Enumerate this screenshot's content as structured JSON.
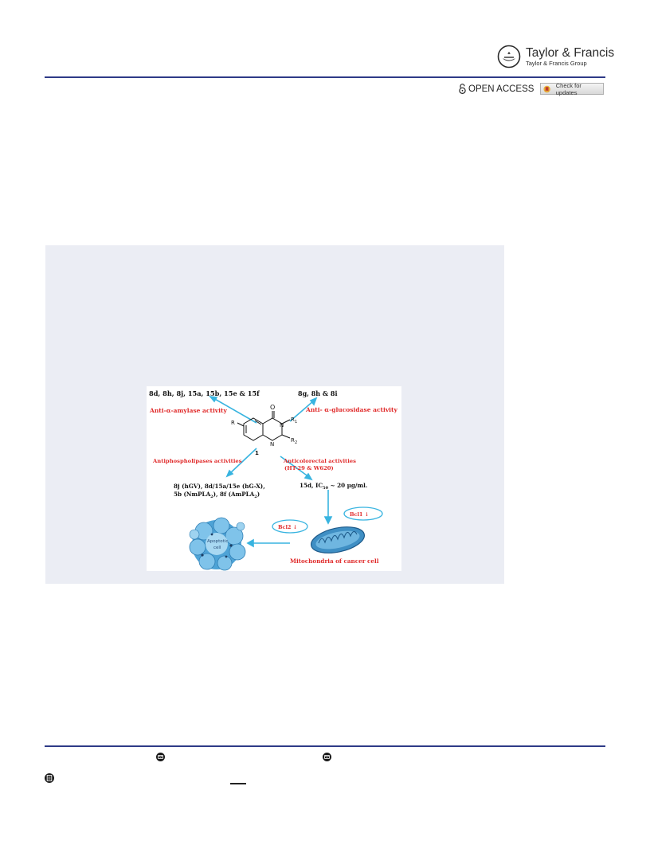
{
  "header": {
    "publisher_name": "Taylor & Francis",
    "publisher_sub": "Taylor & Francis Group",
    "open_access": "OPEN ACCESS",
    "check_updates": "Check for updates"
  },
  "graphical_abstract": {
    "amylase_compounds": "8d, 8h, 8j, 15a, 15b, 15e & 15f",
    "amylase_activity": "Anti-α-amylase activity",
    "glucosidase_compounds": "8g, 8h & 8i",
    "glucosidase_activity": "Anti- α-glucosidase activity",
    "structure_o": "O",
    "structure_n3": "N",
    "structure_r1": "R",
    "structure_r1_sub": "1",
    "structure_n1": "N",
    "structure_r2": "R",
    "structure_r2_sub": "2",
    "structure_r": "R",
    "compound_number": "1",
    "phospholipase_activity": "Antiphospholipases activities",
    "colorectal_activity_line1": "Anticolorectal activities",
    "colorectal_activity_line2": "(HT-29 & W620)",
    "phospholipase_line1": "8j (hGV), 8d/15a/15e (hG-X),",
    "phospholipase_line2_a": "5b (NmPLA",
    "phospholipase_line2_b": "2",
    "phospholipase_line2_c": "), 8f (AmPLA",
    "phospholipase_line2_d": "2",
    "phospholipase_line2_e": ")",
    "ic50_a": "15d, IC",
    "ic50_sub": "50",
    "ic50_b": " ~ 20 µg/ml.",
    "bcl2": "Bcl2 ↓",
    "bcl1": "Bcl1 ↓",
    "apoptotic_line1": "Apoptotic",
    "apoptotic_line2": "cell",
    "mitochondria_label": "Mitochondria of cancer cell"
  },
  "colors": {
    "rule": "#2e3a87",
    "abstract_bg": "#ebedf4",
    "red_label": "#e02a2a",
    "arrow_cyan": "#38b4e0"
  }
}
